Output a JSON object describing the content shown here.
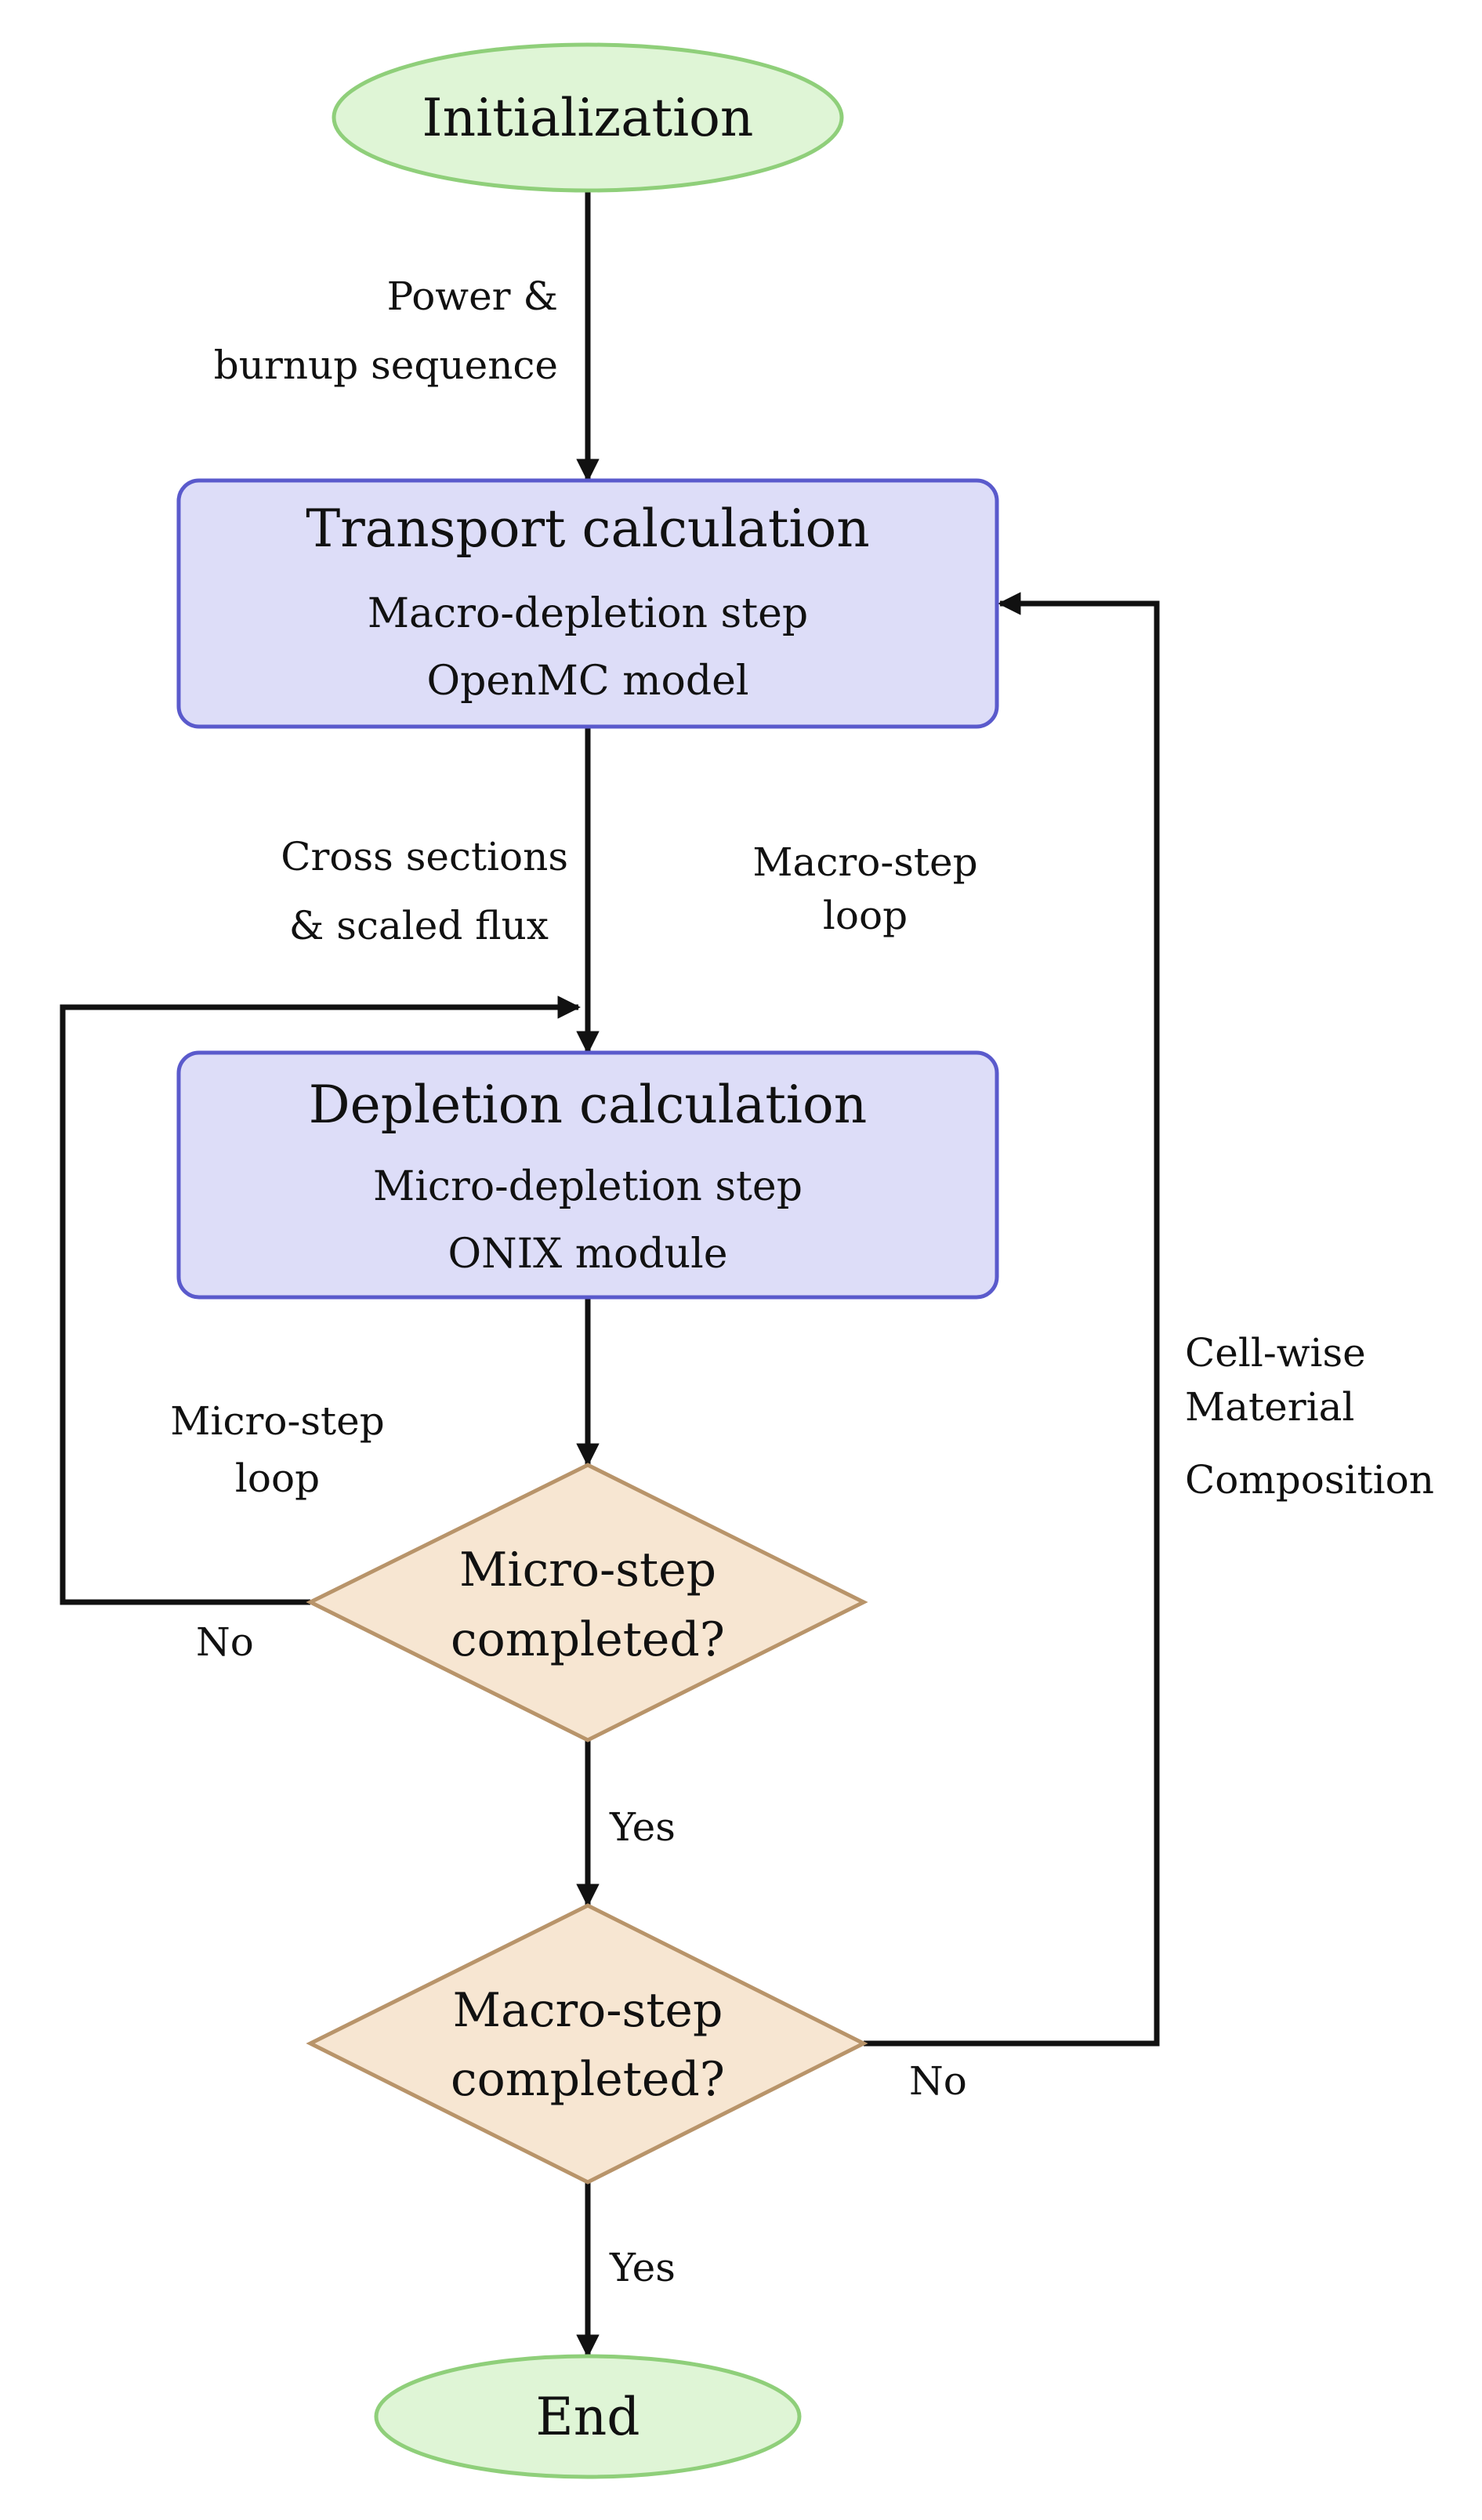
{
  "nodes": {
    "start": {
      "label": "Initialization"
    },
    "transport": {
      "title": "Transport calculation",
      "line1": "Macro-depletion step",
      "line2": "OpenMC model"
    },
    "depletion": {
      "title": "Depletion calculation",
      "line1": "Micro-depletion step",
      "line2": "ONIX module"
    },
    "micro_decision": {
      "line1": "Micro-step",
      "line2": "completed?"
    },
    "macro_decision": {
      "line1": "Macro-step",
      "line2": "completed?"
    },
    "end": {
      "label": "End"
    }
  },
  "edge_labels": {
    "power_line1": "Power &",
    "power_line2": "burnup sequence",
    "xs_line1": "Cross sections",
    "xs_line2": "& scaled flux",
    "macro_loop_line1": "Macro-step",
    "macro_loop_line2": "loop",
    "micro_loop_line1": "Micro-step",
    "micro_loop_line2": "loop",
    "micro_no": "No",
    "micro_yes": "Yes",
    "macro_no": "No",
    "macro_yes": "Yes",
    "cellwise_line1": "Cell-wise",
    "cellwise_line2": "Material",
    "cellwise_line3": "Composition"
  },
  "colors": {
    "terminal_fill": "#dff5d6",
    "terminal_stroke": "#8fcf7a",
    "process_fill": "#ddddf8",
    "process_stroke": "#5a5acc",
    "decision_fill": "#f7e6d2",
    "decision_stroke": "#b8946a",
    "edge": "#111111"
  }
}
